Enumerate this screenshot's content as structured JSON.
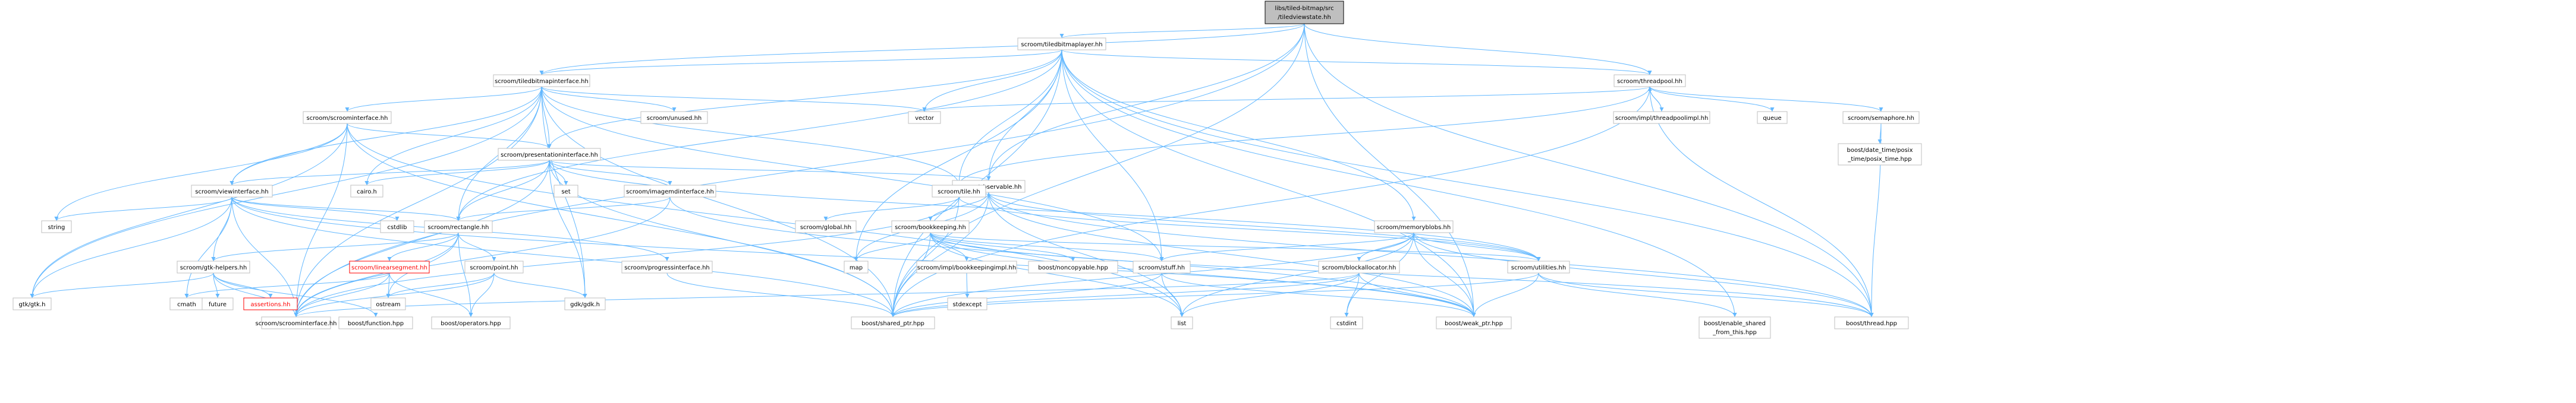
{
  "root": {
    "line1": "libs/tiled-bitmap/src",
    "line2": "/tiledviewstate.hh"
  },
  "nodes": {
    "tiledbitmaplayer": "scroom/tiledbitmaplayer.hh",
    "tiledbitmapinterface": "scroom/tiledbitmapinterface.hh",
    "threadpool": "scroom/threadpool.hh",
    "scroominterface": "scroom/scroominterface.hh",
    "unused": "scroom/unused.hh",
    "presentationinterface": "scroom/presentationinterface.hh",
    "viewinterface": "scroom/viewinterface.hh",
    "imagemdinterface": "scroom/imagemdinterface.hh",
    "observable": "scroom/observable.hh",
    "tile": "scroom/tile.hh",
    "rectangle": "scroom/rectangle.hh",
    "gtkhelpers": "scroom/gtk-helpers.hh",
    "linearsegment": "scroom/linearsegment.hh",
    "point": "scroom/point.hh",
    "progressinterface": "scroom/progressinterface.hh",
    "global": "scroom/global.hh",
    "bookkeeping": "scroom/bookkeeping.hh",
    "bookkeepingimpl": "scroom/impl/bookkeepingimpl.hh",
    "noncopyable": "boost/noncopyable.hpp",
    "memoryblobs": "scroom/memoryblobs.hh",
    "blockallocator": "scroom/blockallocator.hh",
    "utilities": "scroom/utilities.hh",
    "stuff": "scroom/stuff.hh",
    "threadpoolimpl": "scroom/impl/threadpoolimpl.hh",
    "semaphore": "scroom/semaphore.hh",
    "posix_time1": "boost/date_time/posix",
    "posix_time2": "_time/posix_time.hpp",
    "enable_shared1": "boost/enable_shared",
    "enable_shared2": "_from_this.hpp",
    "vector": "vector",
    "queue": "queue",
    "cairo": "cairo.h",
    "set": "set",
    "string": "string",
    "cstdlib": "cstdlib",
    "gtk": "gtk/gtk.h",
    "cmath": "cmath",
    "future": "future",
    "assertions": "assertions.hh",
    "ostream": "ostream",
    "function": "boost/function.hpp",
    "operators": "boost/operators.hpp",
    "gdk": "gdk/gdk.h",
    "shared_ptr": "boost/shared_ptr.hpp",
    "stdexcept": "stdexcept",
    "list": "list",
    "map": "map",
    "cstdint": "cstdint",
    "weak_ptr": "boost/weak_ptr.hpp",
    "thread": "boost/thread.hpp"
  },
  "colors": {
    "edge": "#63b8ff",
    "node_border": "#bfbfbf",
    "root_fill": "#bfbfbf",
    "broken_link": "#ff0000"
  }
}
